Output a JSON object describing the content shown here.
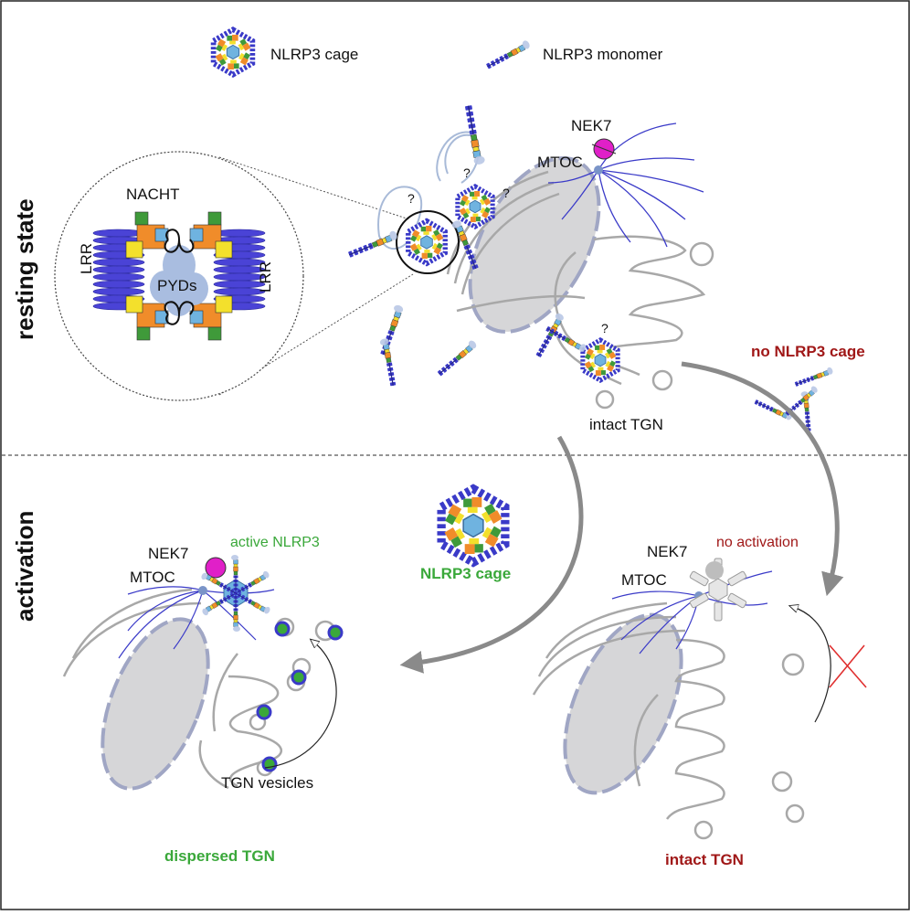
{
  "legend": {
    "cage": "NLRP3 cage",
    "monomer": "NLRP3 monomer"
  },
  "sections": {
    "resting": "resting state",
    "activation": "activation"
  },
  "inset": {
    "nacht": "NACHT",
    "lrr_left": "LRR",
    "lrr_right": "LRR",
    "pyds": "PYDs"
  },
  "resting": {
    "nek7": "NEK7",
    "mtoc": "MTOC",
    "q": "?",
    "intact_tgn": "intact TGN",
    "no_cage": "no NLRP3 cage"
  },
  "center": {
    "cage_label": "NLRP3 cage"
  },
  "left_panel": {
    "nek7": "NEK7",
    "mtoc": "MTOC",
    "active": "active NLRP3",
    "vesicles": "TGN vesicles",
    "dispersed": "dispersed TGN"
  },
  "right_panel": {
    "nek7": "NEK7",
    "mtoc": "MTOC",
    "no_activation": "no activation",
    "intact": "intact TGN"
  },
  "colors": {
    "lrr": "#3a3ac8",
    "nacht_orange": "#f08c2a",
    "nacht_yellow": "#f3e02c",
    "nacht_green": "#3f9a3a",
    "pyd": "#9fb5dc",
    "tgn": "#a8a8a8",
    "nucleus": "#d6d6d8",
    "green_text": "#3aa83a",
    "red_text": "#a01818",
    "nek7": "#e020c8"
  }
}
